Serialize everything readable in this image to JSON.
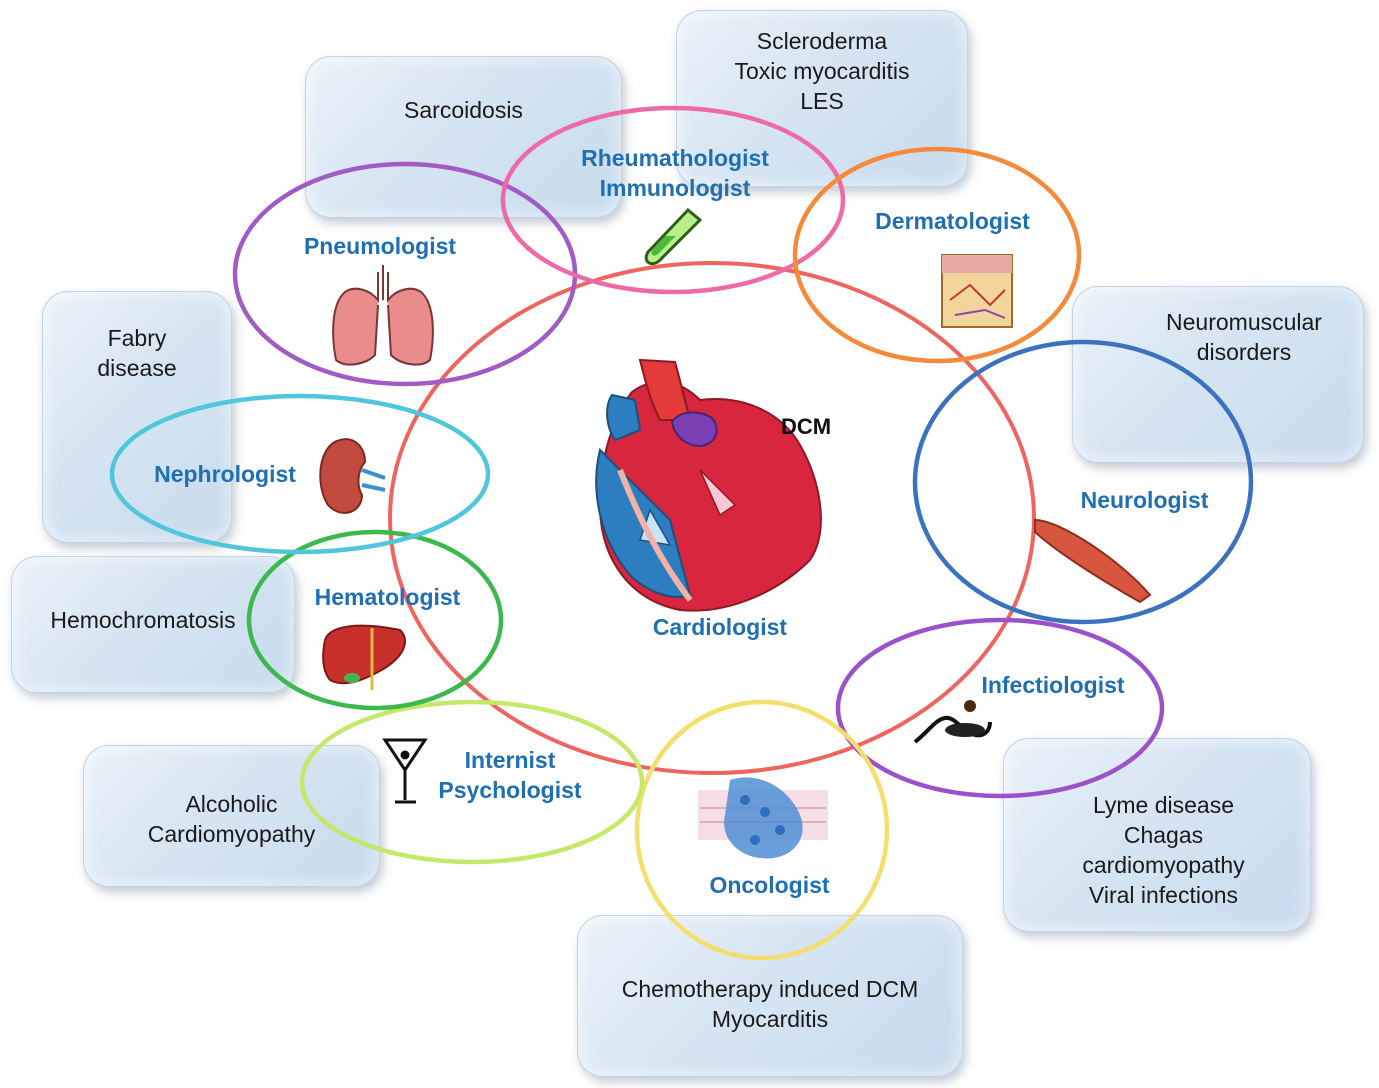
{
  "center": {
    "label": "DCM",
    "specialist": "Cardiologist"
  },
  "specialists": {
    "pneumologist": "Pneumologist",
    "rheumatologist": "Rheumathologist\nImmunologist",
    "dermatologist": "Dermatologist",
    "neurologist": "Neurologist",
    "infectiologist": "Infectiologist",
    "oncologist": "Oncologist",
    "internist": "Internist\nPsychologist",
    "hematologist": "Hematologist",
    "nephrologist": "Nephrologist"
  },
  "conditions": {
    "sarcoidosis": "Sarcoidosis",
    "scleroderma": "Scleroderma\nToxic myocarditis\nLES",
    "neuromuscular": "Neuromuscular\ndisorders",
    "fabry": "Fabry\ndisease",
    "hemochromatosis": "Hemochromatosis",
    "alcoholic": "Alcoholic\nCardiomyopathy",
    "chemotherapy": "Chemotherapy induced DCM\nMyocarditis",
    "lyme": "Lyme disease\nChagas\ncardiomyopathy\nViral infections"
  },
  "colors": {
    "cardiologist_ring": "#f0645f",
    "pneumologist_ring": "#a25bc4",
    "rheumatologist_ring": "#ee6aa7",
    "dermatologist_ring": "#f58a3a",
    "neurologist_ring": "#3a72c0",
    "infectiologist_ring": "#9b52c8",
    "oncologist_ring": "#f5df6c",
    "internist_ring": "#c6e86a",
    "hematologist_ring": "#3db84f",
    "nephrologist_ring": "#4fc6dc",
    "specialist_text": "#1f6fb2"
  }
}
